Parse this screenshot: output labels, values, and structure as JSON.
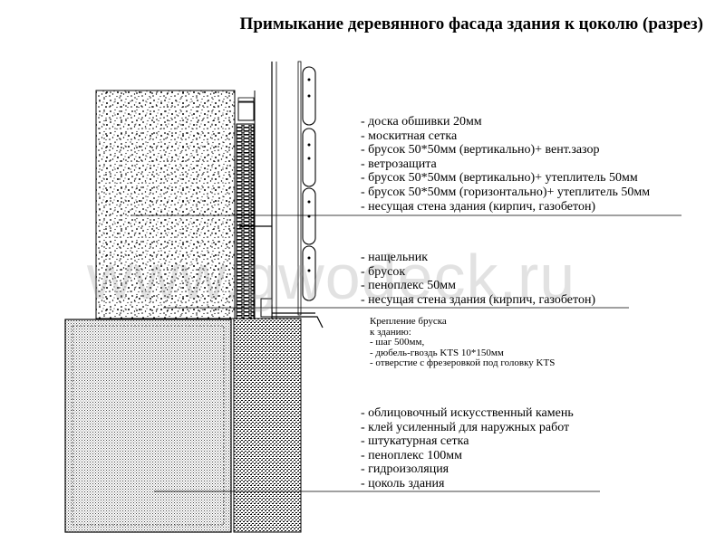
{
  "title": "Примыкание деревянного фасада здания к цоколю (разрез)",
  "watermark": "www.gwodeck.ru",
  "groups": {
    "facade": [
      "- доска обшивки 20мм",
      "- москитная сетка",
      "- брусок 50*50мм (вертикально)+ вент.зазор",
      "- ветрозащита",
      "- брусок 50*50мм (вертикально)+ утеплитель 50мм",
      "- брусок 50*50мм (горизонтально)+ утеплитель 50мм",
      "- несущая стена здания (кирпич, газобетон)"
    ],
    "junction": [
      "- нащельник",
      "- брусок",
      "- пеноплекс 50мм",
      "- несущая стена здания (кирпич, газобетон)"
    ],
    "fastening": [
      "Крепление бруска",
      "к зданию:",
      "-  шаг 500мм,",
      "- дюбель-гвоздь KTS 10*150мм",
      "- отверстие с фрезеровкой под головку KTS"
    ],
    "plinth": [
      "- облицовочный искусственный камень",
      "- клей усиленный для наружных работ",
      "- штукатурная сетка",
      "- пеноплекс 100мм",
      "- гидроизоляция",
      "- цоколь здания"
    ]
  }
}
